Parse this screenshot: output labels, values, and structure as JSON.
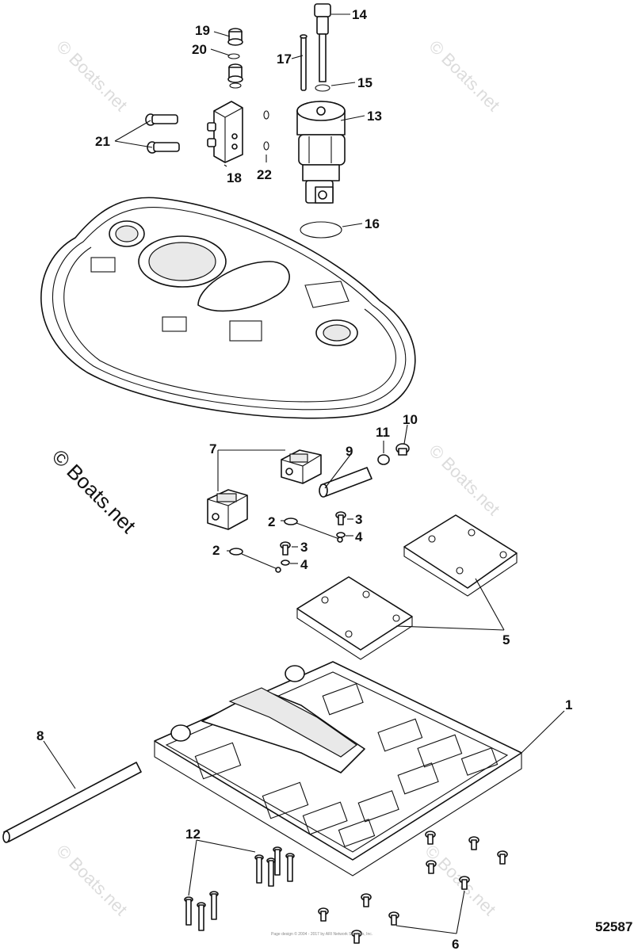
{
  "watermarks": {
    "small": "© Boats.net",
    "large": "© Boats.net"
  },
  "reference_number": "52587",
  "copyright_line": "Page design © 2004 - 2017 by ARI Network Services, Inc.",
  "callouts": {
    "c1": "1",
    "c2a": "2",
    "c2b": "2",
    "c3a": "3",
    "c3b": "3",
    "c4a": "4",
    "c4b": "4",
    "c5": "5",
    "c6": "6",
    "c7": "7",
    "c8": "8",
    "c9": "9",
    "c10": "10",
    "c11": "11",
    "c12": "12",
    "c13": "13",
    "c14": "14",
    "c15": "15",
    "c16": "16",
    "c17": "17",
    "c18": "18",
    "c19": "19",
    "c20": "20",
    "c21": "21",
    "c22": "22"
  }
}
